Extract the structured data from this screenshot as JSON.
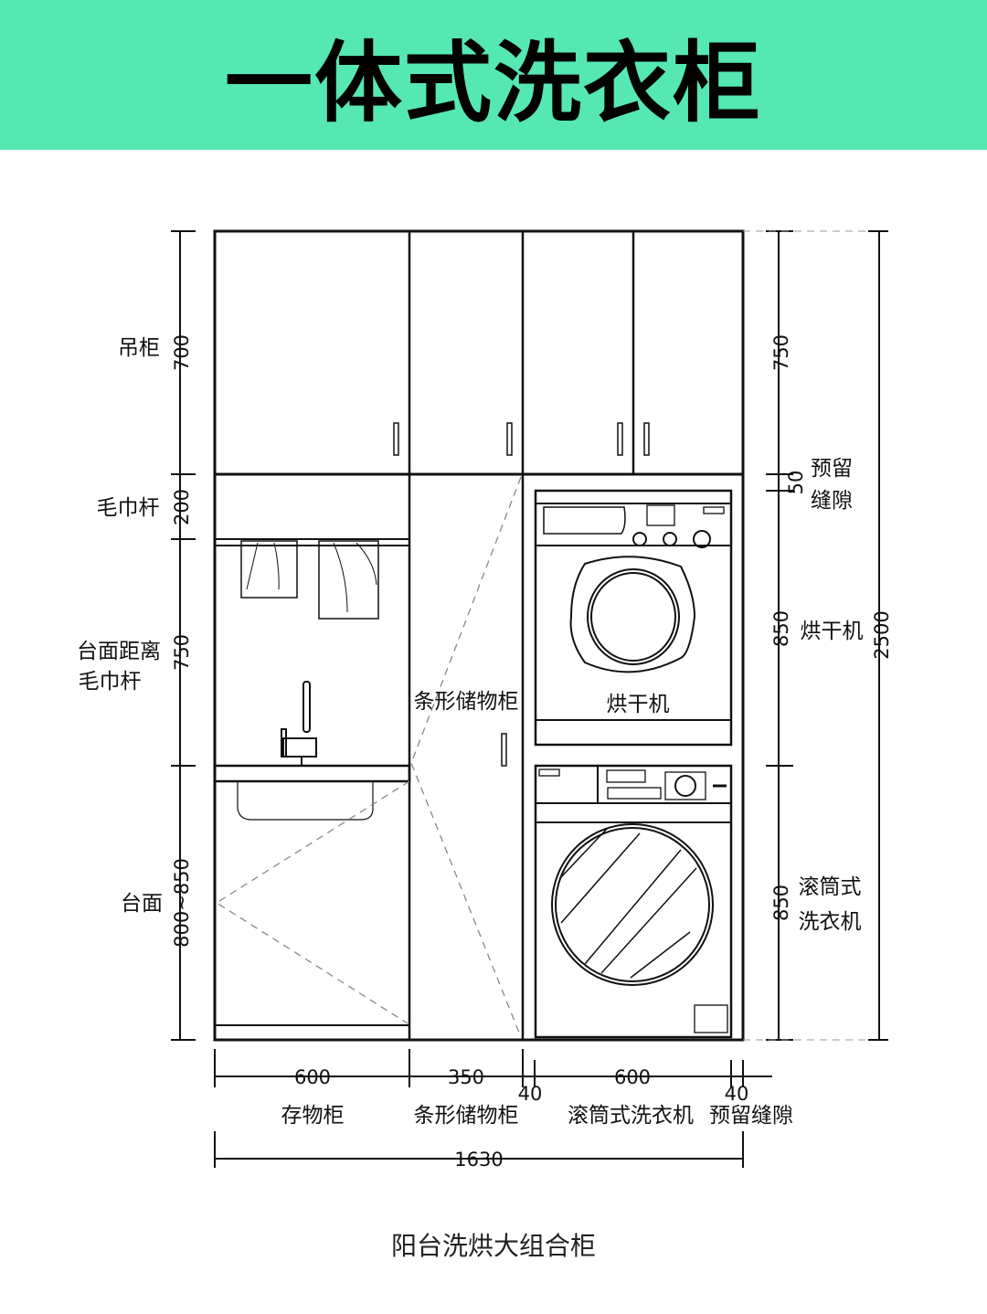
{
  "title": "一体式洗衣柜",
  "left_dimensions": [
    {
      "value": "700",
      "label": "吊柜"
    },
    {
      "value": "200",
      "label": "毛巾杆"
    },
    {
      "value": "750",
      "label_line1": "台面距离",
      "label_line2": "毛巾杆"
    },
    {
      "value": "800~850",
      "label": "台面"
    }
  ],
  "right_dimensions": [
    {
      "value": "750"
    },
    {
      "value": "50",
      "label_line1": "预留",
      "label_line2": "缝隙"
    },
    {
      "value": "850",
      "label": "烘干机"
    },
    {
      "value": "850",
      "label_line1": "滚筒式",
      "label_line2": "洗衣机"
    }
  ],
  "total_height": "2500",
  "bottom_dimensions": [
    {
      "value": "600",
      "label": "存物柜"
    },
    {
      "value": "350",
      "label": "条形储物柜"
    },
    {
      "value": "40"
    },
    {
      "value": "600",
      "label": "滚筒式洗衣机"
    },
    {
      "value": "40",
      "label": "预留缝隙"
    }
  ],
  "total_width": "1630",
  "interior_labels": {
    "storage": "条形储物柜",
    "dryer": "烘干机"
  },
  "caption": "阳台洗烘大组合柜",
  "colors": {
    "banner": "#56e8b3",
    "line": "#111111"
  }
}
